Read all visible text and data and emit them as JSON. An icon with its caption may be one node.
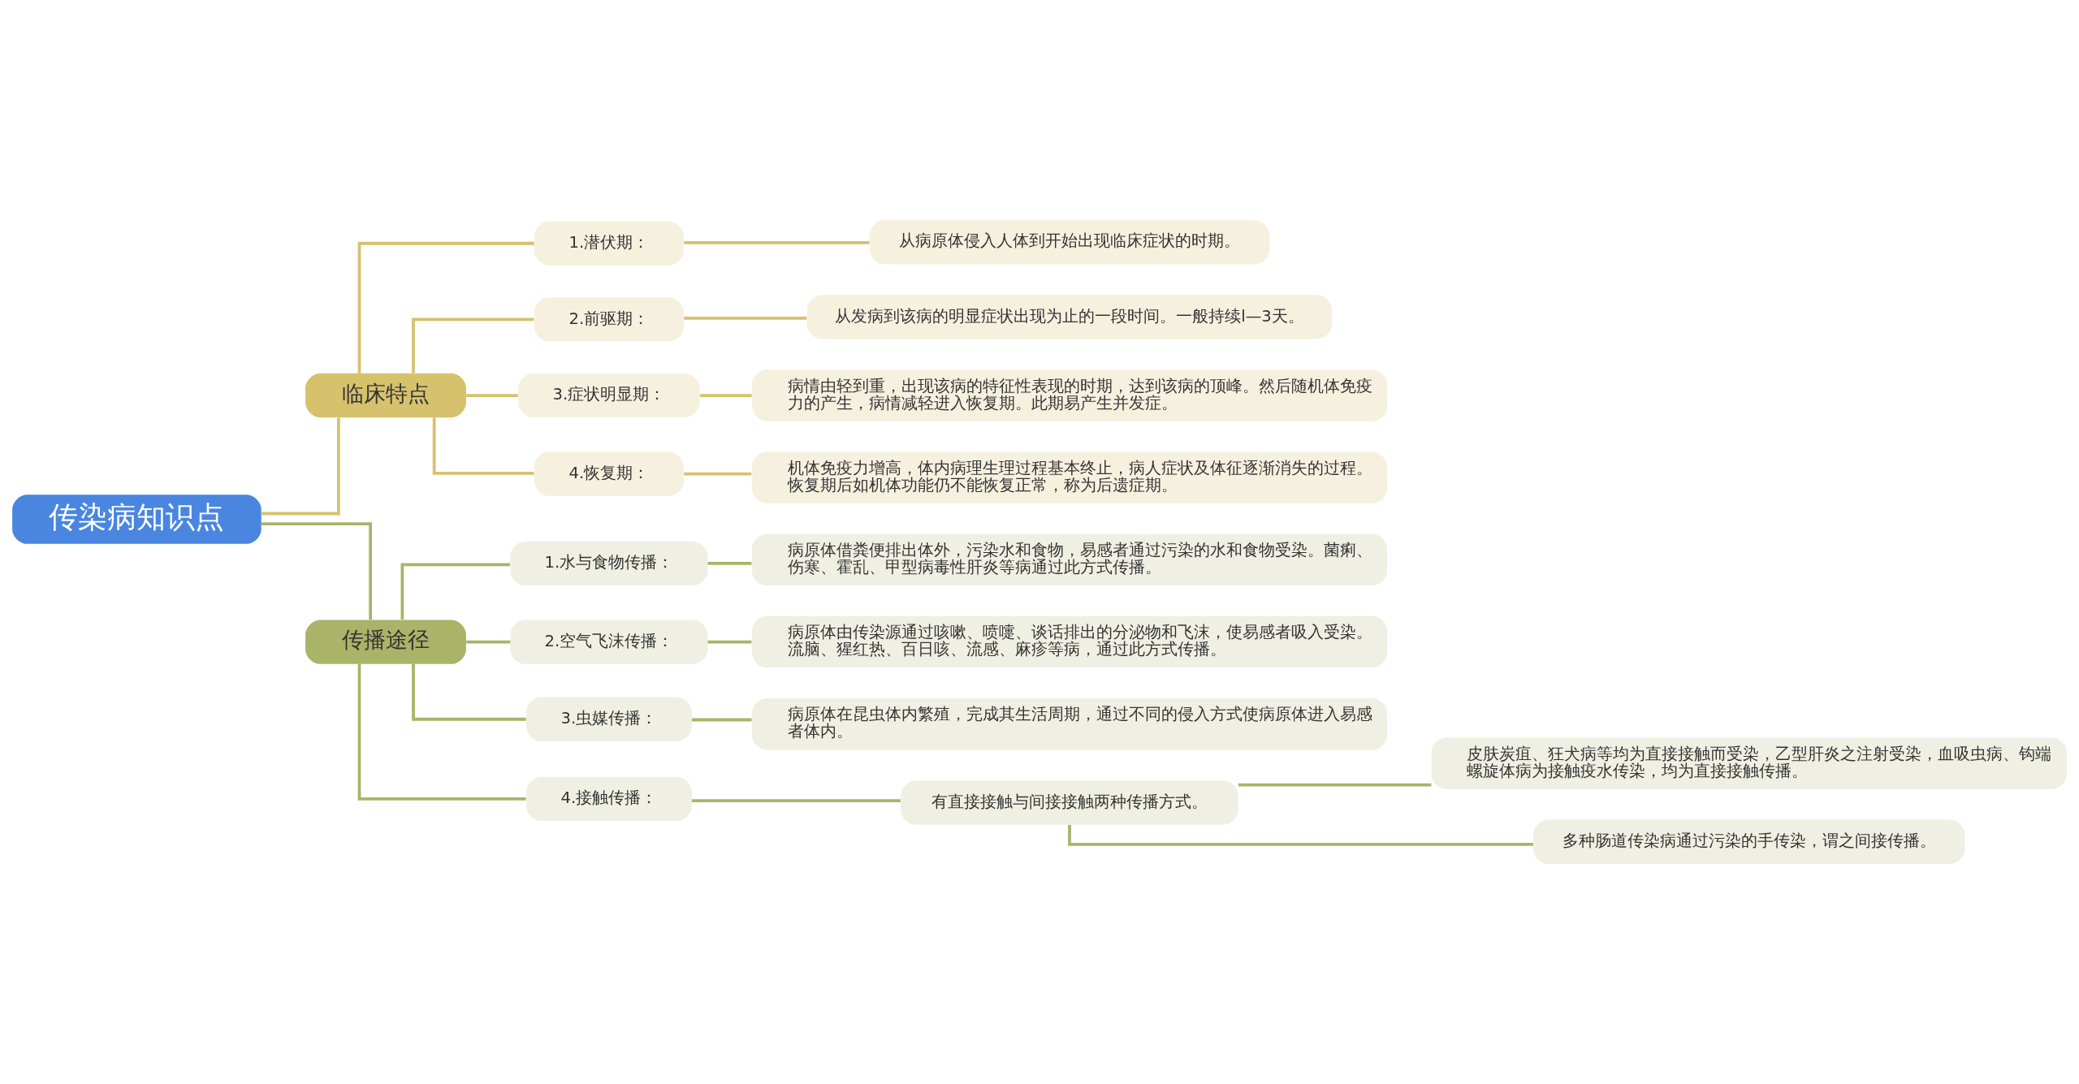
{
  "diagram": {
    "nodes": [
      {
        "text": [
          "传染病知识点"
        ]
      },
      {
        "text": [
          "临床特点"
        ]
      },
      {
        "text": [
          "1.潜伏期："
        ]
      },
      {
        "text": [
          "从病原体侵入人体到开始出现临床症状的时期。"
        ]
      },
      {
        "text": [
          "2.前驱期："
        ]
      },
      {
        "text": [
          "从发病到该病的明显症状出现为止的一段时间。一般持续l—3天。"
        ]
      },
      {
        "text": [
          "3.症状明显期："
        ]
      },
      {
        "text": [
          "病情由轻到重，出现该病的特征性表现的时期，达到该病的顶峰。然后随机体免疫力的产生，病情减轻进入恢复期。此期易产生并发症。"
        ]
      },
      {
        "text": [
          "4.恢复期："
        ]
      },
      {
        "text": [
          "机体免疫力增高，体内病理生理过程基本终止，病人症状及体征逐渐消失的过程。恢复期后如机体功能仍不能恢复正常，称为后遗症期。"
        ]
      },
      {
        "text": [
          "传播途径"
        ]
      },
      {
        "text": [
          "1.水与食物传播："
        ]
      },
      {
        "text": [
          "病原体借粪便排出体外，污染水和食物，易感者通过污染的水和食物受染。菌痢、伤寒、霍乱、甲型病毒性肝炎等病通过此方式传播。"
        ]
      },
      {
        "text": [
          "2.空气飞沫传播："
        ]
      },
      {
        "text": [
          "病原体由传染源通过咳嗽、喷嚏、谈话排出的分泌物和飞沫，使易感者吸入受染。流脑、猩红热、百日咳、流感、麻疹等病，通过此方式传播。"
        ]
      },
      {
        "text": [
          "3.虫媒传播："
        ]
      },
      {
        "text": [
          "病原体在昆虫体内繁殖，完成其生活周期，通过不同的侵入方式使病原体进入易感者体内。"
        ]
      },
      {
        "text": [
          "4.接触传播："
        ]
      },
      {
        "text": [
          "有直接接触与间接接触两种传播方式。"
        ]
      },
      {
        "text": [
          "皮肤炭疽、狂犬病等均为直接接触而受染，乙型肝炎之注射受染，血吸虫病、钩端螺旋体病为接触疫水传染，均为直接接触传播。"
        ]
      },
      {
        "text": [
          "多种肠道传染病通过污染的手传染，谓之间接传播。"
        ]
      }
    ],
    "edges": [
      {
        "from": 0,
        "to": 1,
        "arrow": "none",
        "color": "#d6c16d"
      },
      {
        "from": 1,
        "to": 2,
        "arrow": "none",
        "color": "#d6c16d"
      },
      {
        "from": 2,
        "to": 3,
        "arrow": "none",
        "color": "#d6c16d"
      },
      {
        "from": 1,
        "to": 4,
        "arrow": "none",
        "color": "#d6c16d"
      },
      {
        "from": 4,
        "to": 5,
        "arrow": "none",
        "color": "#d6c16d"
      },
      {
        "from": 1,
        "to": 6,
        "arrow": "none",
        "color": "#d6c16d"
      },
      {
        "from": 6,
        "to": 7,
        "arrow": "none",
        "color": "#d6c16d"
      },
      {
        "from": 1,
        "to": 8,
        "arrow": "none",
        "color": "#d6c16d"
      },
      {
        "from": 8,
        "to": 9,
        "arrow": "none",
        "color": "#d6c16d"
      },
      {
        "from": 0,
        "to": 10,
        "arrow": "none"
      },
      {
        "from": 10,
        "to": 11,
        "arrow": "none"
      },
      {
        "from": 11,
        "to": 12,
        "arrow": "none"
      },
      {
        "from": 10,
        "to": 13,
        "arrow": "none"
      },
      {
        "from": 13,
        "to": 14,
        "arrow": "none"
      },
      {
        "from": 10,
        "to": 15,
        "arrow": "none"
      },
      {
        "from": 15,
        "to": 16,
        "arrow": "none"
      },
      {
        "from": 10,
        "to": 17,
        "arrow": "none"
      },
      {
        "from": 17,
        "to": 18,
        "arrow": "none"
      },
      {
        "from": 18,
        "to": 19,
        "arrow": "none"
      },
      {
        "from": 18,
        "to": 20,
        "arrow": "none"
      }
    ]
  }
}
